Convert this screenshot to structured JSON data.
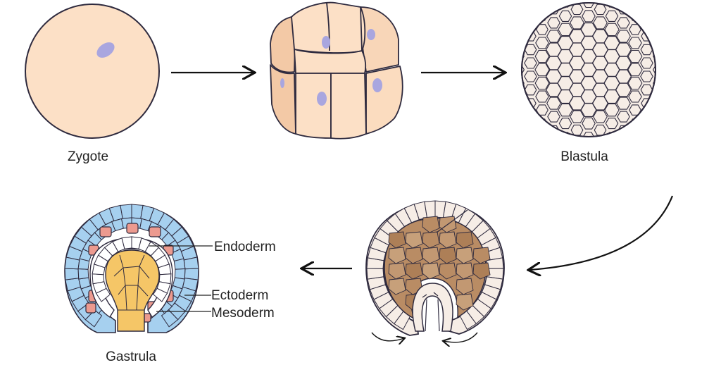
{
  "stages": {
    "zygote": {
      "label": "Zygote"
    },
    "cleavage": {
      "label": ""
    },
    "blastula": {
      "label": "Blastula"
    },
    "early_gastrula": {
      "label": ""
    },
    "gastrula": {
      "label": "Gastrula"
    }
  },
  "layers": {
    "endoderm": "Endoderm",
    "ectoderm": "Ectoderm",
    "mesoderm": "Mesoderm"
  },
  "colors": {
    "cell_fill": "#fce0c6",
    "nucleus": "#a9a6df",
    "outline": "#2e2a3e",
    "blastula_cell": "#f6ede6",
    "yolk_brown": "#b98c64",
    "ectoderm_blue": "#a6d0ef",
    "mesoderm_red": "#ec9a8f",
    "endoderm_white": "#ffffff",
    "gut_yellow": "#f5c667",
    "arrow": "#111111"
  }
}
